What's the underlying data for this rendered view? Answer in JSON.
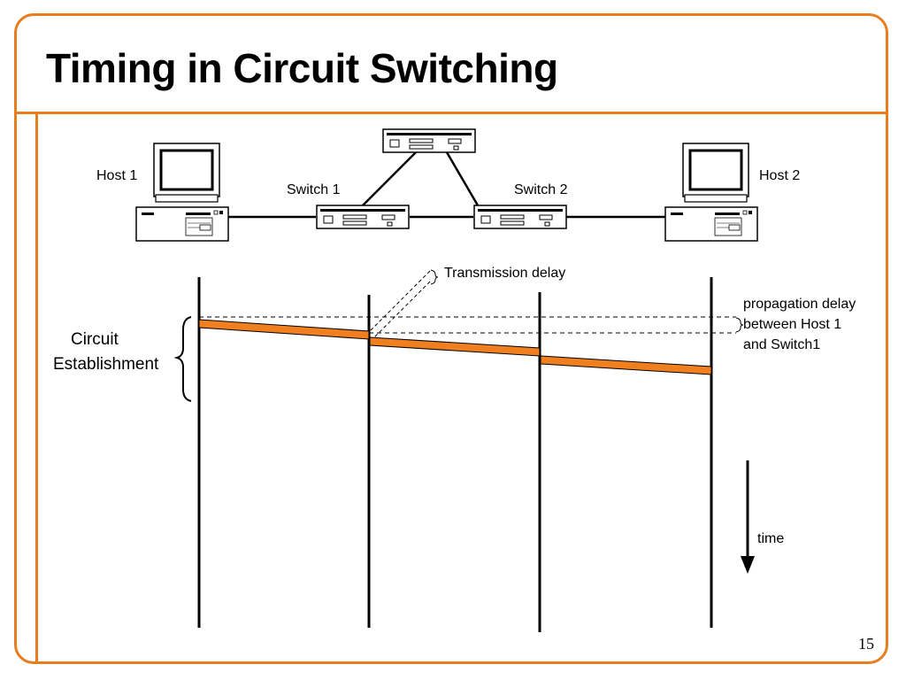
{
  "slide": {
    "title": "Timing in Circuit Switching",
    "page_number": "15"
  },
  "network": {
    "host1_label": "Host 1",
    "host2_label": "Host 2",
    "switch1_label": "Switch 1",
    "switch2_label": "Switch 2"
  },
  "timeline": {
    "circuit_label_line1": "Circuit",
    "circuit_label_line2": "Establishment",
    "transmission_delay_label": "Transmission delay",
    "propagation_line1": "propagation delay",
    "propagation_line2": "between Host 1",
    "propagation_line3": "and Switch1",
    "time_label": "time"
  },
  "colors": {
    "accent": "#E87D1E",
    "signal": "#F07F1F",
    "line": "#000000"
  }
}
